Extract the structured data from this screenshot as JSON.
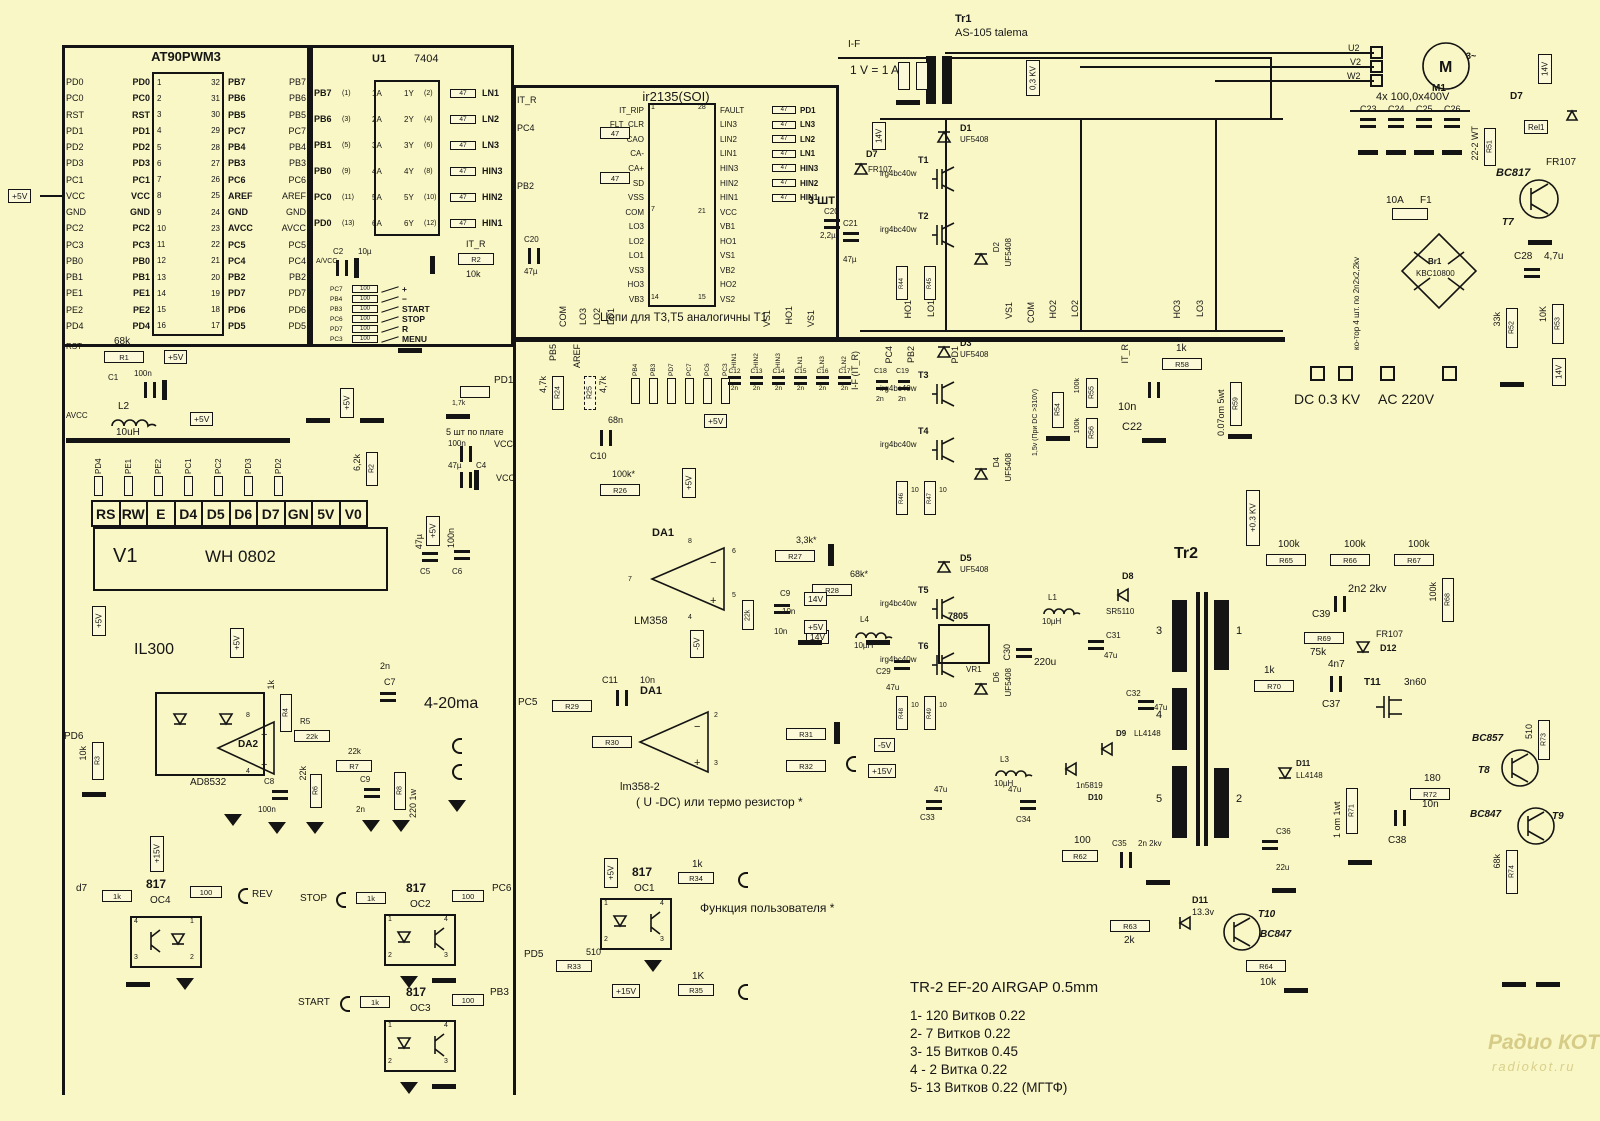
{
  "sym": {
    "plus": "+",
    "minus": "−",
    "m": "M"
  },
  "mcu": {
    "title": "AT90PWM3",
    "p5": "+5V",
    "left": [
      {
        "s": "PD0",
        "n": "1"
      },
      {
        "s": "PC0",
        "n": "2"
      },
      {
        "s": "RST",
        "n": "3"
      },
      {
        "s": "PD1",
        "n": "4"
      },
      {
        "s": "PD2",
        "n": "5"
      },
      {
        "s": "PD3",
        "n": "6"
      },
      {
        "s": "PC1",
        "n": "7"
      },
      {
        "s": "VCC",
        "n": "8"
      },
      {
        "s": "GND",
        "n": "9"
      },
      {
        "s": "PC2",
        "n": "10"
      },
      {
        "s": "PC3",
        "n": "11"
      },
      {
        "s": "PB0",
        "n": "12"
      },
      {
        "s": "PB1",
        "n": "13"
      },
      {
        "s": "PE1",
        "n": "14"
      },
      {
        "s": "PE2",
        "n": "15"
      },
      {
        "s": "PD4",
        "n": "16"
      }
    ],
    "right": [
      {
        "s": "PB7",
        "n": "32"
      },
      {
        "s": "PB6",
        "n": "31"
      },
      {
        "s": "PB5",
        "n": "30"
      },
      {
        "s": "PC7",
        "n": "29"
      },
      {
        "s": "PB4",
        "n": "28"
      },
      {
        "s": "PB3",
        "n": "27"
      },
      {
        "s": "PC6",
        "n": "26"
      },
      {
        "s": "AREF",
        "n": "25"
      },
      {
        "s": "GND",
        "n": "24"
      },
      {
        "s": "AVCC",
        "n": "23"
      },
      {
        "s": "PC5",
        "n": "22"
      },
      {
        "s": "PC4",
        "n": "21"
      },
      {
        "s": "PB2",
        "n": "20"
      },
      {
        "s": "PD7",
        "n": "19"
      },
      {
        "s": "PD6",
        "n": "18"
      },
      {
        "s": "PD5",
        "n": "17"
      }
    ]
  },
  "rst": {
    "rst": "RST",
    "r1": "R1",
    "k68": "68k",
    "p5": "+5V",
    "c1": "C1",
    "n100": "100n",
    "avcc": "AVCC",
    "l2": "L2",
    "uh": "10uH",
    "p5b": "+5V"
  },
  "u1": {
    "ref": "U1",
    "part": "7404",
    "c2": "C2",
    "c2v": "10µ",
    "avcc": "A/VCC",
    "itr": "IT_R",
    "r2": "R2",
    "r2v": "10k",
    "rows": [
      {
        "i": "PB7",
        "ip": "(1)",
        "a": "1A",
        "y": "1Y",
        "op": "(2)",
        "rv": "47",
        "o": "LN1"
      },
      {
        "i": "PB6",
        "ip": "(3)",
        "a": "2A",
        "y": "2Y",
        "op": "(4)",
        "rv": "47",
        "o": "LN2"
      },
      {
        "i": "PB1",
        "ip": "(5)",
        "a": "3A",
        "y": "3Y",
        "op": "(6)",
        "rv": "47",
        "o": "LN3"
      },
      {
        "i": "PB0",
        "ip": "(9)",
        "a": "4A",
        "y": "4Y",
        "op": "(8)",
        "rv": "47",
        "o": "HIN3"
      },
      {
        "i": "PC0",
        "ip": "(11)",
        "a": "5A",
        "y": "5Y",
        "op": "(10)",
        "rv": "47",
        "o": "HIN2"
      },
      {
        "i": "PD0",
        "ip": "(13)",
        "a": "6A",
        "y": "6Y",
        "op": "(12)",
        "rv": "47",
        "o": "HIN1"
      }
    ]
  },
  "keys": {
    "rows": [
      {
        "s": "PC7",
        "rv": "100",
        "l": "+"
      },
      {
        "s": "PB4",
        "rv": "100",
        "l": "−"
      },
      {
        "s": "PB3",
        "rv": "100",
        "l": "START"
      },
      {
        "s": "PC6",
        "rv": "100",
        "l": "STOP"
      },
      {
        "s": "PD7",
        "rv": "100",
        "l": "R"
      },
      {
        "s": "PC3",
        "rv": "100",
        "l": "MENU"
      }
    ]
  },
  "drv": {
    "title": "ir2135(SOI)",
    "note": "Цепи для Т3,Т5 аналогичны Т1",
    "qty": "3 ШТ",
    "left": [
      "IT_RIP",
      "FLT_CLR",
      "CAO",
      "CA-",
      "CA+",
      "SD",
      "VSS",
      "COM",
      "LO3",
      "LO2",
      "LO1",
      "VS3",
      "HO3",
      "VB3"
    ],
    "right": [
      "FAULT",
      "LIN3",
      "LIN2",
      "LIN1",
      "HIN3",
      "HIN2",
      "HIN1",
      "VCC",
      "VB1",
      "HO1",
      "VS1",
      "VB2",
      "HO2",
      "VS2"
    ],
    "outs": [
      {
        "rv": "47",
        "o": "PD1"
      },
      {
        "rv": "47",
        "o": "LN3"
      },
      {
        "rv": "47",
        "o": "LN2"
      },
      {
        "rv": "47",
        "o": "LN1"
      },
      {
        "rv": "47",
        "o": "HIN3"
      },
      {
        "rv": "47",
        "o": "HIN2"
      },
      {
        "rv": "47",
        "o": "HIN1"
      }
    ],
    "p1": "1",
    "p7": "7",
    "p14": "14",
    "p15": "15",
    "p21": "21",
    "p28": "28",
    "in1": "IT_R",
    "in2": "PC4",
    "in3": "PB2",
    "r15v": "47",
    "r16v": "47",
    "c20l": "C20",
    "c20lv": "47µ",
    "c20r": "C20",
    "c20rv": "2,2µ",
    "c21": "C21",
    "c21v": "47µ",
    "d7": "D7",
    "d7p": "FR107",
    "v14": "14V",
    "com": "COM",
    "lo3": "LO3",
    "lo2": "LO2",
    "lo1": "LO1",
    "vs1a": "VS1",
    "ho1": "HO1",
    "vs1b": "VS1"
  },
  "tr1": {
    "ref": "Tr1",
    "part": "AS-105 talema",
    "iflbl": "I-F",
    "cal": "1 V = 1 A",
    "kv": "0,3 KV"
  },
  "pwr": {
    "legs": [
      {
        "dt": "D1",
        "dtv": "UF5408",
        "tt": "T1",
        "tb": "T2",
        "p": "irg4bc40w",
        "p2": "irg4bc40w",
        "db": "D2",
        "dbv": "UF5408",
        "r1": "R44",
        "r1v": "",
        "r2": "R45",
        "r2v": ""
      },
      {
        "dt": "D3",
        "dtv": "UF5408",
        "tt": "T3",
        "tb": "T4",
        "p": "irg4bc40w",
        "p2": "irg4bc40w",
        "db": "D4",
        "dbv": "UF5408",
        "r1": "R46",
        "r1v": "10",
        "r2": "R47",
        "r2v": "10"
      },
      {
        "dt": "D5",
        "dtv": "UF5408",
        "tt": "T5",
        "tb": "T6",
        "p": "irg4bc40w",
        "p2": "irg4bc40w",
        "db": "D6",
        "dbv": "UF5408",
        "r1": "R48",
        "r1v": "10",
        "r2": "R49",
        "r2v": "10"
      }
    ],
    "ho1": "HO1",
    "lo1": "LO1",
    "vs1": "VS1",
    "com": "COM",
    "vs1b": "VS1",
    "ho2": "HO2",
    "lo2": "LO2",
    "ho3": "HO3",
    "lo3": "LO3"
  },
  "mot": {
    "u2": "U2",
    "v2": "V2",
    "w2": "W2",
    "m1": "M1",
    "ph": "3~",
    "msym": "M",
    "note": "4x 100,0x400V",
    "caps": [
      "C23",
      "C24",
      "C25",
      "C26"
    ],
    "r51": "R51",
    "r51v": "22-2 WT"
  },
  "rel": {
    "d7": "D7",
    "v14": "14V",
    "rel": "Rel1",
    "fr": "FR107",
    "q": "BC817",
    "t7": "T7",
    "c28": "C28",
    "c28v": "4,7u"
  },
  "rect": {
    "f1v": "10A",
    "f1": "F1",
    "br": "Br1",
    "brp": "KBC10800",
    "var": "ко-тор 4 шт. по 2n2x2,2kv",
    "dc": "DC 0.3 KV",
    "ac": "AC 220V",
    "r52": "R52",
    "r52v": "33k",
    "r53": "R53",
    "r53v": "10K",
    "v14": "14V"
  },
  "lcd": {
    "sigs": [
      "PD4",
      "PE1",
      "PE2",
      "PC1",
      "PC2",
      "PD3",
      "PD2"
    ],
    "pins": [
      "RS",
      "RW",
      "E",
      "D4",
      "D5",
      "D6",
      "D7",
      "GN",
      "5V",
      "V0"
    ],
    "ref": "V1",
    "part": "WH 0802",
    "r2": "R2",
    "r2v": "6,2k",
    "p5": "+5V",
    "c5": "C5",
    "c5v": "47µ",
    "c6": "C6",
    "c6v": "100n",
    "p5b": "+5V"
  },
  "pd1": {
    "pd1": "PD1",
    "rv": "1,7k",
    "note": "5 шт по плате",
    "n100": "100n",
    "vcc1": "VCC",
    "c4": "C4",
    "c4v": "47µ",
    "vcc2": "VCC"
  },
  "busrow": {
    "pb5": "PB5",
    "r24": "R24",
    "r24v": "4,7k",
    "aref": "AREF",
    "r25": "R25",
    "r25v": "4,7k",
    "pulls": [
      "PB4",
      "PB3",
      "PD7",
      "PC7",
      "PC6",
      "PC3"
    ],
    "p5": "+5V",
    "capv": "2n",
    "caps": [
      {
        "c": "C12",
        "s": "HIN1"
      },
      {
        "c": "C13",
        "s": "HIN2"
      },
      {
        "c": "C14",
        "s": "HIN3"
      },
      {
        "c": "C15",
        "s": "LN1"
      },
      {
        "c": "C16",
        "s": "LN3"
      },
      {
        "c": "C17",
        "s": "LN2"
      }
    ],
    "itr": "I-F (IT_R)",
    "pc4": "PC4",
    "pb2": "PB2",
    "pd1": "PD1",
    "c18": "C18",
    "c19": "C19",
    "c2n": "2n"
  },
  "an1": {
    "da": "DA1",
    "part": "LM358",
    "c10": "C10",
    "c10v": "68n",
    "r26": "R26",
    "r26v": "100k*",
    "p5": "+5V",
    "r27": "R27",
    "r27v": "3,3k*",
    "r28": "R28",
    "r28v": "68k*",
    "k22": "22k",
    "c9": "C9",
    "c9v": "10n",
    "v14": "14V",
    "p7": "7",
    "p8": "8",
    "p4": "4",
    "p6": "6",
    "p5n": "5"
  },
  "an2": {
    "pc5": "PC5",
    "r29": "R29",
    "c11": "C11",
    "c11v": "10n",
    "r30": "R30",
    "da": "DA1",
    "part": "lm358-2",
    "r31": "R31",
    "r32": "R32",
    "p2": "2",
    "p3": "3",
    "note": "( U -DC) или термо резистор *",
    "m5": "-5V"
  },
  "loop": {
    "p5": "+5V",
    "il": "IL300",
    "r4": "R4",
    "r4v": "1k",
    "c7": "C7",
    "c7v": "2n",
    "da2": "DA2",
    "part": "AD8532",
    "p8": "8",
    "p4": "4",
    "r5": "R5",
    "r5v": "22k",
    "r6": "R6",
    "r6v": "22k",
    "r7": "R7",
    "r7v": "22k",
    "c8": "C8",
    "c8v": "100n",
    "c9": "C9",
    "c9v": "2n",
    "r8": "R8",
    "r8v": "220 1w",
    "out": "4-20ma",
    "pd6": "PD6",
    "r3": "R3",
    "r3v": "10k",
    "p15": "+15V",
    "p5b": "+5V"
  },
  "psu": {
    "v14": "14V",
    "p5": "+5V",
    "n10": "10n",
    "l4": "L4",
    "l4v": "10µH",
    "c29": "C29",
    "c29v": "47u",
    "vr": "7805",
    "vr1": "VR1",
    "c30": "C30",
    "c30v": "220u",
    "l1": "L1",
    "l1v": "10µH",
    "c31": "C31",
    "c31v": "47u",
    "d8": "D8",
    "d8p": "SR5110",
    "tr2": "Tr2",
    "w1": "1",
    "w2": "2",
    "w3": "3",
    "w4": "4",
    "w5": "5",
    "c32": "C32",
    "c32v": "47u",
    "d9": "D9",
    "d9p": "LL4148",
    "m5": "-5V",
    "p15": "+15V",
    "l3": "L3",
    "l3v": "10µH",
    "c33": "C33",
    "c33v": "47u",
    "c34": "C34",
    "c34v": "47u",
    "d10p": "1n5819",
    "d10": "D10"
  },
  "fly": {
    "kv": "+0.3 KV",
    "r65": "R65",
    "r66": "R66",
    "r67": "R67",
    "r68": "R68",
    "k100a": "100k",
    "k100b": "100k",
    "k100c": "100k",
    "k100d": "100k",
    "c39": "C39",
    "c39v": "2n2 2kv",
    "r69": "R69",
    "r69v": "75k",
    "d12": "D12",
    "d12p": "FR107",
    "r70": "R70",
    "r70v": "1k",
    "c37": "C37",
    "c37v": "4n7",
    "t11": "T11",
    "t11p": "3n60",
    "d11": "D11",
    "d11p": "LL4148",
    "r71": "R71",
    "r71v": "1 om 1wt",
    "r72": "R72",
    "r72v": "180",
    "c38": "C38",
    "c38v": "10n",
    "t8": "T8",
    "t8p": "BC857",
    "r73": "R73",
    "r73v": "510",
    "t9": "T9",
    "t9p": "BC847",
    "r74": "R74",
    "r74v": "68k",
    "c36": "C36",
    "c36v": "22u",
    "dz": "D11",
    "dzv": "13.3v",
    "t10": "T10",
    "t10p": "BC847",
    "r63": "R63",
    "r63v": "2k",
    "r64": "R64",
    "r64v": "10k",
    "r62": "R62",
    "r62v": "100",
    "c35": "C35",
    "c35v": "2n 2kv"
  },
  "sense": {
    "itr": "IT_R",
    "r58": "R58",
    "r58v": "1k",
    "c22": "C22",
    "c22v": "10n",
    "r59": "R59",
    "r59v": "0.07om 5wt",
    "r54": "R54",
    "r54v": "1,5v (При DC >310V)",
    "r55": "R55",
    "r55v": "100k",
    "r56": "R56",
    "r56v": "100k"
  },
  "oc": {
    "p1": "1",
    "p2": "2",
    "p3": "3",
    "p4": "4",
    "oc4": {
      "in": "d7",
      "rin": "1k",
      "part": "817",
      "ref": "OC4",
      "rout": "100",
      "out": "REV"
    },
    "oc2": {
      "in": "STOP",
      "rin": "1k",
      "part": "817",
      "ref": "OC2",
      "rout": "100",
      "out": "PC6"
    },
    "oc3": {
      "in": "START",
      "rin": "1k",
      "part": "817",
      "ref": "OC3",
      "rout": "100",
      "out": "PB3"
    },
    "oc1": {
      "p5": "+5V",
      "part": "817",
      "ref": "OC1",
      "r34": "R34",
      "r34v": "1k",
      "note": "Функция пользователя *",
      "pd5": "PD5",
      "r33": "R33",
      "r33v": "510",
      "p15": "+15V",
      "r35": "R35",
      "r35v": "1K"
    }
  },
  "trn": {
    "title": "TR-2 EF-20 AIRGAP 0.5mm",
    "lines": [
      "1- 120 Витков 0.22",
      "2-  7 Витков 0.22",
      "3-  15 Витков 0.45",
      "4 - 2 Витка  0.22",
      "5-  13 Витков 0.22 (МГТФ)"
    ]
  },
  "wm": {
    "l1": "Радио КОТ",
    "l2": "radiokot.ru"
  }
}
